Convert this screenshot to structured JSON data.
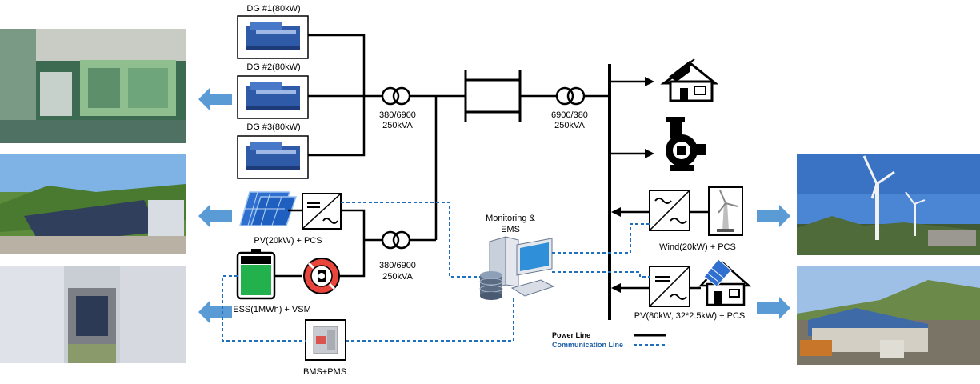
{
  "generators": [
    {
      "label": "DG #1(80kW)"
    },
    {
      "label": "DG #2(80kW)"
    },
    {
      "label": "DG #3(80kW)"
    }
  ],
  "transformer_dg": {
    "ratio": "380/6900",
    "rating": "250kVA"
  },
  "transformer_ess": {
    "ratio": "380/6900",
    "rating": "250kVA"
  },
  "transformer_load": {
    "ratio": "6900/380",
    "rating": "250kVA"
  },
  "pv_left": {
    "label": "PV(20kW) + PCS"
  },
  "ess": {
    "label": "ESS(1MWh) + VSM"
  },
  "bms": {
    "label": "BMS+PMS"
  },
  "ems": {
    "line1": "Monitoring &",
    "line2": "EMS"
  },
  "wind": {
    "label": "Wind(20kW) + PCS"
  },
  "pv_right": {
    "label": "PV(80kW, 32*2.5kW) + PCS"
  },
  "legend": {
    "power": "Power Line",
    "comm": "Communication Line"
  },
  "icons": [
    "generator-icon",
    "solar-panel-icon",
    "battery-icon",
    "vsm-icon",
    "inverter-icon",
    "transformer-icon",
    "house-icon",
    "pump-icon",
    "wind-turbine-icon",
    "computer-icon",
    "database-icon",
    "bms-device-icon",
    "arrow-icon"
  ],
  "colors": {
    "power_line": "#000000",
    "comm_line": "#1f6fbf",
    "arrow_blue": "#5b9bd5",
    "battery_green": "#22b14c",
    "vsm_red": "#e8453c"
  }
}
